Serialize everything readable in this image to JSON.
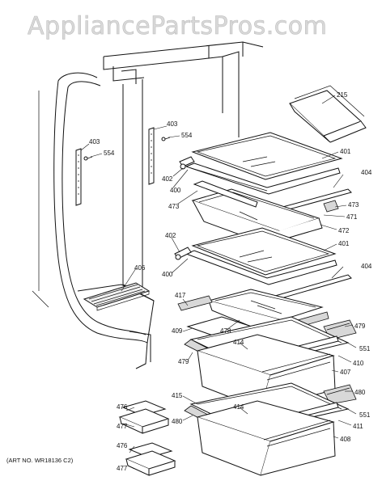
{
  "watermark": "AppliancePartsPros.com",
  "art_number": "(ART NO. WR18136 C2)",
  "parts": [
    {
      "id": "215"
    },
    {
      "id": "403a",
      "label": "403"
    },
    {
      "id": "554a",
      "label": "554"
    },
    {
      "id": "403b",
      "label": "403"
    },
    {
      "id": "554b",
      "label": "554"
    },
    {
      "id": "401a",
      "label": "401"
    },
    {
      "id": "402a",
      "label": "402"
    },
    {
      "id": "400a",
      "label": "400"
    },
    {
      "id": "473a",
      "label": "473"
    },
    {
      "id": "404a",
      "label": "404"
    },
    {
      "id": "473b",
      "label": "473"
    },
    {
      "id": "471",
      "label": "471"
    },
    {
      "id": "472",
      "label": "472"
    },
    {
      "id": "402b",
      "label": "402"
    },
    {
      "id": "401b",
      "label": "401"
    },
    {
      "id": "400b",
      "label": "400"
    },
    {
      "id": "406",
      "label": "406"
    },
    {
      "id": "404b",
      "label": "404"
    },
    {
      "id": "417",
      "label": "417"
    },
    {
      "id": "409",
      "label": "409"
    },
    {
      "id": "478",
      "label": "478"
    },
    {
      "id": "479a",
      "label": "479"
    },
    {
      "id": "414a",
      "label": "414"
    },
    {
      "id": "551a",
      "label": "551"
    },
    {
      "id": "410",
      "label": "410"
    },
    {
      "id": "479b",
      "label": "479"
    },
    {
      "id": "407",
      "label": "407"
    },
    {
      "id": "415",
      "label": "415"
    },
    {
      "id": "480a",
      "label": "480"
    },
    {
      "id": "414b",
      "label": "414"
    },
    {
      "id": "551b",
      "label": "551"
    },
    {
      "id": "476a",
      "label": "476"
    },
    {
      "id": "480b",
      "label": "480"
    },
    {
      "id": "411",
      "label": "411"
    },
    {
      "id": "477a",
      "label": "477"
    },
    {
      "id": "408",
      "label": "408"
    },
    {
      "id": "476b",
      "label": "476"
    },
    {
      "id": "477b",
      "label": "477"
    }
  ]
}
